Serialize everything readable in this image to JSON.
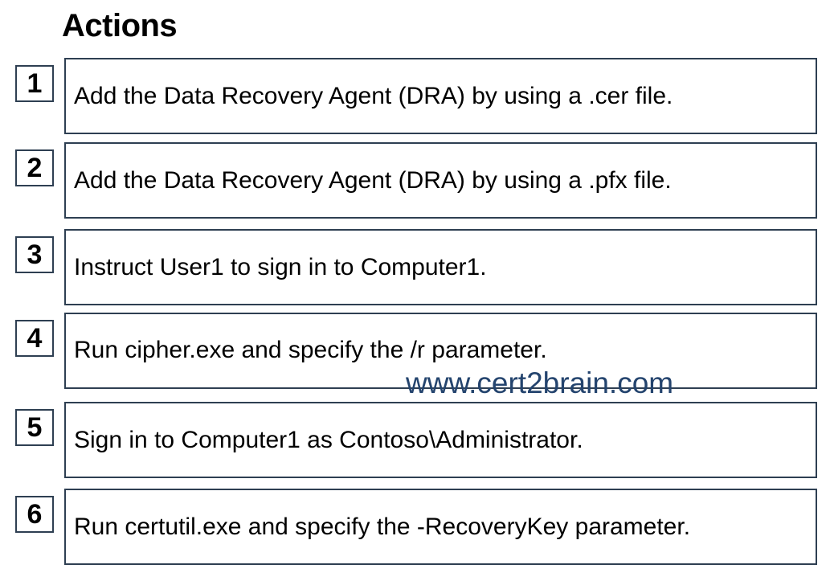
{
  "heading": "Actions",
  "actions": [
    {
      "number": "1",
      "text": "Add the Data Recovery Agent (DRA) by using a .cer file."
    },
    {
      "number": "2",
      "text": "Add the Data Recovery Agent (DRA) by using a .pfx file."
    },
    {
      "number": "3",
      "text": "Instruct User1 to sign in to Computer1."
    },
    {
      "number": "4",
      "text": "Run cipher.exe and specify the /r parameter."
    },
    {
      "number": "5",
      "text": "Sign in to Computer1 as Contoso\\Administrator."
    },
    {
      "number": "6",
      "text": "Run certutil.exe and specify the -RecoveryKey parameter."
    }
  ],
  "watermark": "www.cert2brain.com"
}
